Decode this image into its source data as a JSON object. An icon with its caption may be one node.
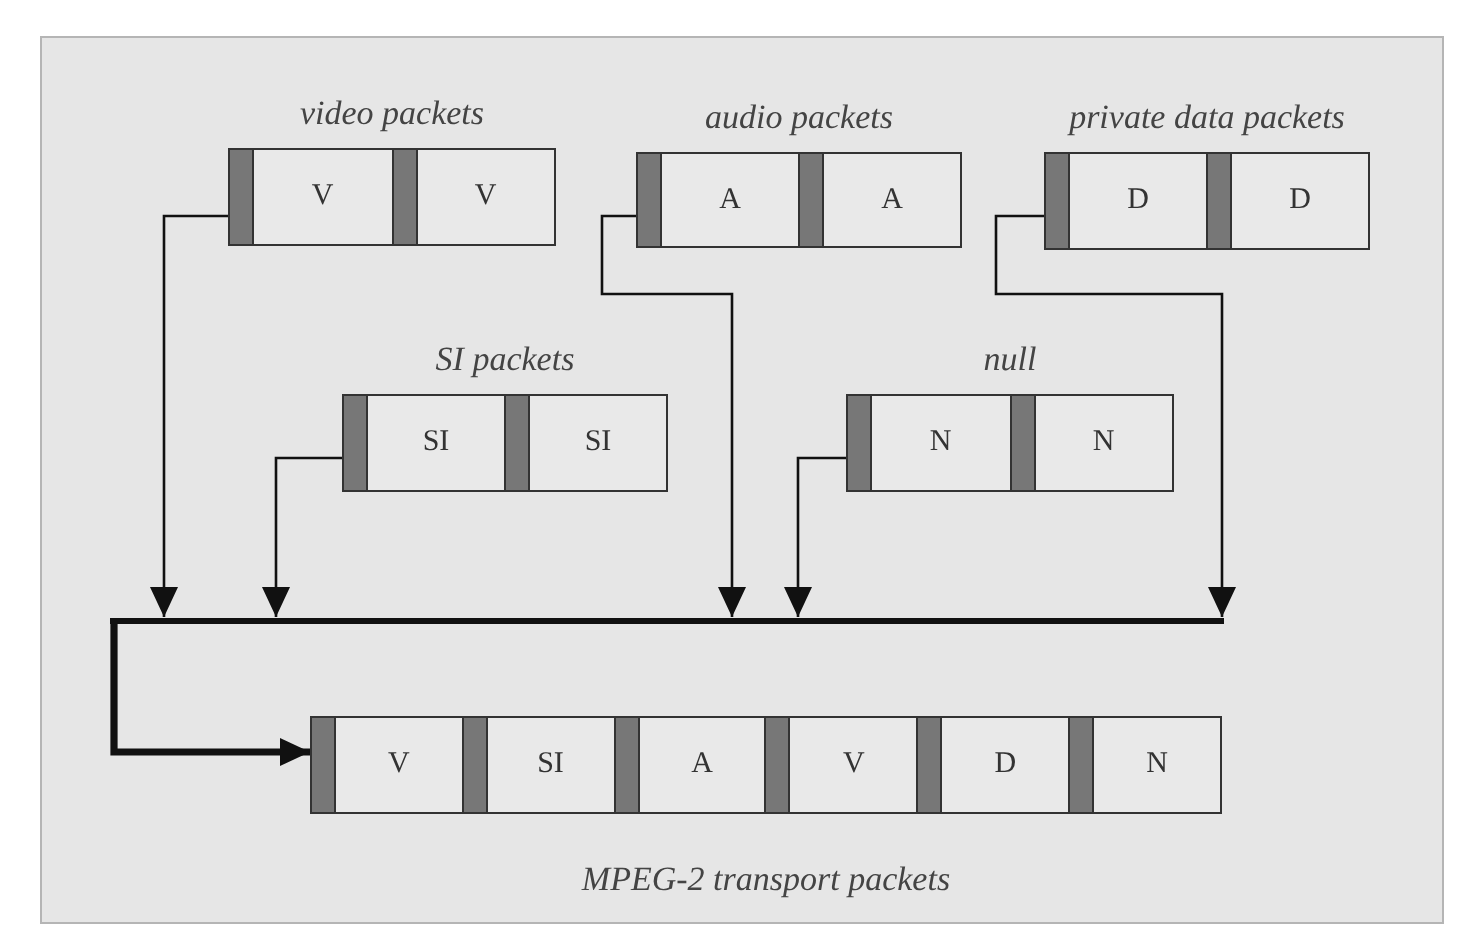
{
  "diagram": {
    "nodes": [
      {
        "text": [
          "video packets"
        ]
      },
      {
        "text": [
          "V"
        ],
        "in": 0
      },
      {
        "text": [
          "V"
        ],
        "in": 0
      },
      {
        "text": [
          "audio packets"
        ]
      },
      {
        "text": [
          "A"
        ],
        "in": 3
      },
      {
        "text": [
          "A"
        ],
        "in": 3
      },
      {
        "text": [
          "private data packets"
        ]
      },
      {
        "text": [
          "D"
        ],
        "in": 6
      },
      {
        "text": [
          "D"
        ],
        "in": 6
      },
      {
        "text": [
          "SI packets"
        ]
      },
      {
        "text": [
          "SI"
        ],
        "in": 9
      },
      {
        "text": [
          "SI"
        ],
        "in": 9
      },
      {
        "text": [
          "null"
        ]
      },
      {
        "text": [
          "N"
        ],
        "in": 12
      },
      {
        "text": [
          "N"
        ],
        "in": 12
      },
      {
        "text": [],
        "shape": "bar"
      },
      {
        "text": [
          "MPEG-2 transport packets"
        ]
      },
      {
        "text": [
          "V"
        ],
        "in": 16
      },
      {
        "text": [
          "SI"
        ],
        "in": 16
      },
      {
        "text": [
          "A"
        ],
        "in": 16
      },
      {
        "text": [
          "V"
        ],
        "in": 16
      },
      {
        "text": [
          "D"
        ],
        "in": 16
      },
      {
        "text": [
          "N"
        ],
        "in": 16
      }
    ],
    "edges": [
      {
        "from": 0,
        "to": 15,
        "arrow": "to"
      },
      {
        "from": 9,
        "to": 15,
        "arrow": "to"
      },
      {
        "from": 3,
        "to": 15,
        "arrow": "to"
      },
      {
        "from": 12,
        "to": 15,
        "arrow": "to"
      },
      {
        "from": 6,
        "to": 15,
        "arrow": "to"
      },
      {
        "from": 15,
        "to": 16,
        "arrow": "to",
        "style": "thick"
      }
    ]
  }
}
